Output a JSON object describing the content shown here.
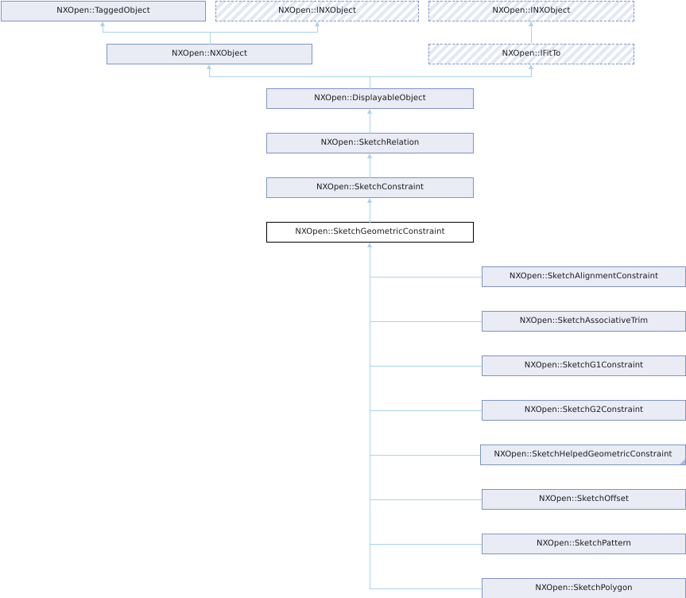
{
  "diagram": {
    "type": "uml-inheritance-graph",
    "title": "NXOpen::SketchGeometricConstraint inheritance diagram",
    "colors": {
      "node_fill": "#e9ebf5",
      "node_border": "#8094c4",
      "current_node_border": "#000000",
      "current_node_fill": "#ffffff",
      "edge": "#a8d4ea",
      "abstract_hatch": "#e4e8f4",
      "background": "#ffffff",
      "text": "#1a1a1a"
    },
    "base_row": [
      {
        "id": "taggedobject",
        "label": "NXOpen::TaggedObject",
        "style": "solid"
      },
      {
        "id": "inxobject-a",
        "label": "NXOpen::INXObject",
        "style": "abstract"
      },
      {
        "id": "inxobject-b",
        "label": "NXOpen::INXObject",
        "style": "abstract"
      }
    ],
    "second_row": [
      {
        "id": "nxobject",
        "label": "NXOpen::NXObject",
        "style": "solid"
      },
      {
        "id": "ifitto",
        "label": "NXOpen::IFitTo",
        "style": "abstract"
      }
    ],
    "chain": [
      {
        "id": "displayableobject",
        "label": "NXOpen::DisplayableObject",
        "style": "solid"
      },
      {
        "id": "sketchrelation",
        "label": "NXOpen::SketchRelation",
        "style": "solid"
      },
      {
        "id": "sketchconstraint",
        "label": "NXOpen::SketchConstraint",
        "style": "solid"
      },
      {
        "id": "sketchgeometricconstraint",
        "label": "NXOpen::SketchGeometricConstraint",
        "style": "current"
      }
    ],
    "derived": [
      {
        "id": "sketchalignmentconstraint",
        "label": "NXOpen::SketchAlignmentConstraint",
        "style": "solid"
      },
      {
        "id": "sketchassociativetrim",
        "label": "NXOpen::SketchAssociativeTrim",
        "style": "solid"
      },
      {
        "id": "sketchg1constraint",
        "label": "NXOpen::SketchG1Constraint",
        "style": "solid"
      },
      {
        "id": "sketchg2constraint",
        "label": "NXOpen::SketchG2Constraint",
        "style": "solid"
      },
      {
        "id": "sketchhelpedgeometricconstraint",
        "label": "NXOpen::SketchHelpedGeometricConstraint",
        "style": "solid"
      },
      {
        "id": "sketchoffset",
        "label": "NXOpen::SketchOffset",
        "style": "solid"
      },
      {
        "id": "sketchpattern",
        "label": "NXOpen::SketchPattern",
        "style": "solid"
      },
      {
        "id": "sketchpolygon",
        "label": "NXOpen::SketchPolygon",
        "style": "solid"
      }
    ]
  }
}
